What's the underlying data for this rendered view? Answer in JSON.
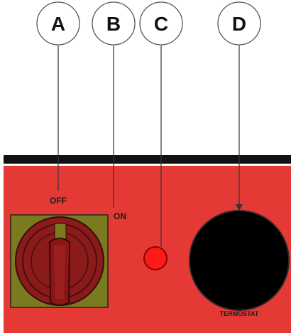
{
  "callouts": [
    {
      "id": "A"
    },
    {
      "id": "B"
    },
    {
      "id": "C"
    },
    {
      "id": "D"
    }
  ],
  "labels": {
    "off": "OFF",
    "on": "ON",
    "termostat": "TERMOSTAT"
  },
  "colors": {
    "panel": "#e53935",
    "top_bar": "#111111",
    "switch_plate": "#7a7a1e",
    "switch_knob": "#8b1a1a",
    "indicator_light": "#ff1a1a",
    "thermostat_knob": "#000000",
    "leader_line": "#333333",
    "callout_circle_stroke": "#555555"
  }
}
